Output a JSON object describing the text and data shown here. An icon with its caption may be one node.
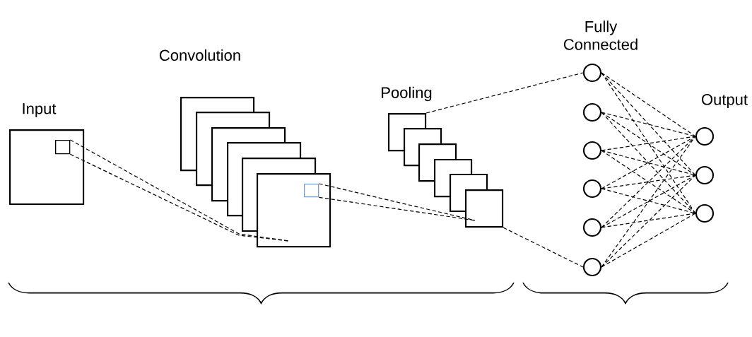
{
  "diagram": {
    "nodes": [
      {
        "text": [],
        "shape": "box"
      },
      {
        "text": [],
        "shape": "box",
        "in": 0
      },
      {
        "text": [],
        "shape": "box"
      },
      {
        "text": [],
        "shape": "box"
      },
      {
        "text": [],
        "shape": "box"
      },
      {
        "text": [],
        "shape": "box"
      },
      {
        "text": [],
        "shape": "box"
      },
      {
        "text": [],
        "shape": "box"
      },
      {
        "text": [],
        "shape": "box",
        "in": 7
      },
      {
        "text": [],
        "shape": "box"
      },
      {
        "text": [],
        "shape": "box"
      },
      {
        "text": [],
        "shape": "box"
      },
      {
        "text": [],
        "shape": "box"
      },
      {
        "text": [],
        "shape": "box"
      },
      {
        "text": [],
        "shape": "box"
      },
      {
        "text": [],
        "shape": "circle"
      },
      {
        "text": [],
        "shape": "circle"
      },
      {
        "text": [],
        "shape": "circle"
      },
      {
        "text": [],
        "shape": "circle"
      },
      {
        "text": [],
        "shape": "circle"
      },
      {
        "text": [],
        "shape": "circle"
      },
      {
        "text": [],
        "shape": "circle"
      },
      {
        "text": [],
        "shape": "circle"
      },
      {
        "text": [],
        "shape": "circle"
      }
    ],
    "edges": [
      {
        "from": 1,
        "to": 7,
        "arrow": "none",
        "style": "dashed"
      },
      {
        "from": 1,
        "to": 7,
        "arrow": "none",
        "style": "dashed"
      },
      {
        "from": 8,
        "to": 14,
        "arrow": "none",
        "style": "dashed"
      },
      {
        "from": 8,
        "to": 14,
        "arrow": "none",
        "style": "dashed"
      },
      {
        "from": 9,
        "to": 15,
        "arrow": "none",
        "style": "dashed"
      },
      {
        "from": 14,
        "to": 20,
        "arrow": "none",
        "style": "dashed"
      },
      {
        "from": 15,
        "to": 21,
        "arrow": "none",
        "style": "dashed"
      },
      {
        "from": 15,
        "to": 22,
        "arrow": "none",
        "style": "dashed"
      },
      {
        "from": 15,
        "to": 23,
        "arrow": "none",
        "style": "dashed"
      },
      {
        "from": 16,
        "to": 21,
        "arrow": "none",
        "style": "dashed"
      },
      {
        "from": 16,
        "to": 22,
        "arrow": "none",
        "style": "dashed"
      },
      {
        "from": 16,
        "to": 23,
        "arrow": "none",
        "style": "dashed"
      },
      {
        "from": 17,
        "to": 21,
        "arrow": "none",
        "style": "dashed"
      },
      {
        "from": 17,
        "to": 22,
        "arrow": "none",
        "style": "dashed"
      },
      {
        "from": 17,
        "to": 23,
        "arrow": "none",
        "style": "dashed"
      },
      {
        "from": 18,
        "to": 21,
        "arrow": "none",
        "style": "dashed"
      },
      {
        "from": 18,
        "to": 22,
        "arrow": "none",
        "style": "dashed"
      },
      {
        "from": 18,
        "to": 23,
        "arrow": "none",
        "style": "dashed"
      },
      {
        "from": 19,
        "to": 21,
        "arrow": "none",
        "style": "dashed"
      },
      {
        "from": 19,
        "to": 22,
        "arrow": "none",
        "style": "dashed"
      },
      {
        "from": 19,
        "to": 23,
        "arrow": "none",
        "style": "dashed"
      },
      {
        "from": 20,
        "to": 21,
        "arrow": "none",
        "style": "dashed"
      },
      {
        "from": 20,
        "to": 22,
        "arrow": "none",
        "style": "dashed"
      },
      {
        "from": 20,
        "to": 23,
        "arrow": "none",
        "style": "dashed"
      }
    ],
    "labels": [
      "Convolution",
      "Fully Connected",
      "Input",
      "Pooling",
      "Output"
    ]
  }
}
